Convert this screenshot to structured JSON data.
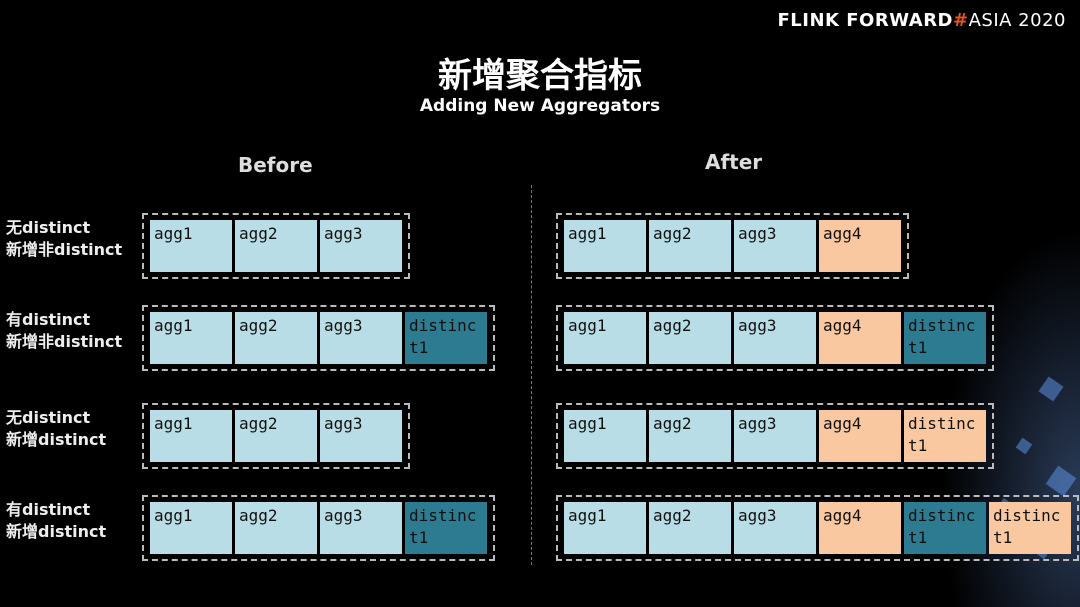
{
  "brand": {
    "part1": "FLINK  FORWARD",
    "hash": "#",
    "part2": "ASIA 2020"
  },
  "title": "新增聚合指标",
  "subtitle": "Adding New Aggregators",
  "columns": {
    "before": "Before",
    "after": "After"
  },
  "rows": [
    {
      "label1": "无distinct",
      "label2": "新增非distinct",
      "before": [
        {
          "text": "agg1",
          "kind": "light"
        },
        {
          "text": "agg2",
          "kind": "light"
        },
        {
          "text": "agg3",
          "kind": "light"
        }
      ],
      "after": [
        {
          "text": "agg1",
          "kind": "light"
        },
        {
          "text": "agg2",
          "kind": "light"
        },
        {
          "text": "agg3",
          "kind": "light"
        },
        {
          "text": "agg4",
          "kind": "orange"
        }
      ]
    },
    {
      "label1": "有distinct",
      "label2": "新增非distinct",
      "before": [
        {
          "text": "agg1",
          "kind": "light"
        },
        {
          "text": "agg2",
          "kind": "light"
        },
        {
          "text": "agg3",
          "kind": "light"
        },
        {
          "text": "distinct1",
          "kind": "dark"
        }
      ],
      "after": [
        {
          "text": "agg1",
          "kind": "light"
        },
        {
          "text": "agg2",
          "kind": "light"
        },
        {
          "text": "agg3",
          "kind": "light"
        },
        {
          "text": "agg4",
          "kind": "orange"
        },
        {
          "text": "distinct1",
          "kind": "dark"
        }
      ]
    },
    {
      "label1": "无distinct",
      "label2": "新增distinct",
      "before": [
        {
          "text": "agg1",
          "kind": "light"
        },
        {
          "text": "agg2",
          "kind": "light"
        },
        {
          "text": "agg3",
          "kind": "light"
        }
      ],
      "after": [
        {
          "text": "agg1",
          "kind": "light"
        },
        {
          "text": "agg2",
          "kind": "light"
        },
        {
          "text": "agg3",
          "kind": "light"
        },
        {
          "text": "agg4",
          "kind": "orange"
        },
        {
          "text": "distinct1",
          "kind": "orange"
        }
      ]
    },
    {
      "label1": "有distinct",
      "label2": "新增distinct",
      "before": [
        {
          "text": "agg1",
          "kind": "light"
        },
        {
          "text": "agg2",
          "kind": "light"
        },
        {
          "text": "agg3",
          "kind": "light"
        },
        {
          "text": "distinct1",
          "kind": "dark"
        }
      ],
      "after": [
        {
          "text": "agg1",
          "kind": "light"
        },
        {
          "text": "agg2",
          "kind": "light"
        },
        {
          "text": "agg3",
          "kind": "light"
        },
        {
          "text": "agg4",
          "kind": "orange"
        },
        {
          "text": "distinct1",
          "kind": "dark"
        },
        {
          "text": "distinct1",
          "kind": "orange"
        }
      ]
    }
  ],
  "colors": {
    "light": "#b9dde6",
    "orange": "#f9c8a0",
    "dark": "#2c7b90",
    "accent": "#e8531f"
  }
}
